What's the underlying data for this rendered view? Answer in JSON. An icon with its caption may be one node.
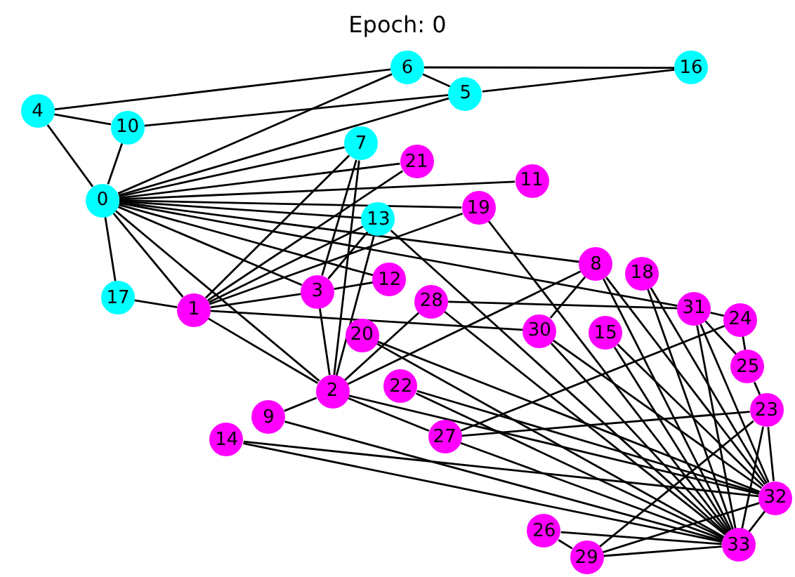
{
  "diagram": {
    "title": "Epoch: 0",
    "nodes": [
      {
        "text": [
          "0"
        ]
      },
      {
        "text": [
          "1"
        ]
      },
      {
        "text": [
          "2"
        ]
      },
      {
        "text": [
          "3"
        ]
      },
      {
        "text": [
          "4"
        ]
      },
      {
        "text": [
          "5"
        ]
      },
      {
        "text": [
          "6"
        ]
      },
      {
        "text": [
          "7"
        ]
      },
      {
        "text": [
          "8"
        ]
      },
      {
        "text": [
          "9"
        ]
      },
      {
        "text": [
          "10"
        ]
      },
      {
        "text": [
          "11"
        ]
      },
      {
        "text": [
          "12"
        ]
      },
      {
        "text": [
          "13"
        ]
      },
      {
        "text": [
          "14"
        ]
      },
      {
        "text": [
          "15"
        ]
      },
      {
        "text": [
          "16"
        ]
      },
      {
        "text": [
          "17"
        ]
      },
      {
        "text": [
          "18"
        ]
      },
      {
        "text": [
          "19"
        ]
      },
      {
        "text": [
          "20"
        ]
      },
      {
        "text": [
          "21"
        ]
      },
      {
        "text": [
          "22"
        ]
      },
      {
        "text": [
          "23"
        ]
      },
      {
        "text": [
          "24"
        ]
      },
      {
        "text": [
          "25"
        ]
      },
      {
        "text": [
          "26"
        ]
      },
      {
        "text": [
          "27"
        ]
      },
      {
        "text": [
          "28"
        ]
      },
      {
        "text": [
          "29"
        ]
      },
      {
        "text": [
          "30"
        ]
      },
      {
        "text": [
          "31"
        ]
      },
      {
        "text": [
          "32"
        ]
      },
      {
        "text": [
          "33"
        ]
      }
    ],
    "edges": [
      {
        "from": 0,
        "to": 1,
        "arrow": "none"
      },
      {
        "from": 0,
        "to": 2,
        "arrow": "none"
      },
      {
        "from": 0,
        "to": 3,
        "arrow": "none"
      },
      {
        "from": 0,
        "to": 4,
        "arrow": "none"
      },
      {
        "from": 0,
        "to": 5,
        "arrow": "none"
      },
      {
        "from": 0,
        "to": 6,
        "arrow": "none"
      },
      {
        "from": 0,
        "to": 7,
        "arrow": "none"
      },
      {
        "from": 0,
        "to": 8,
        "arrow": "none"
      },
      {
        "from": 0,
        "to": 10,
        "arrow": "none"
      },
      {
        "from": 0,
        "to": 11,
        "arrow": "none"
      },
      {
        "from": 0,
        "to": 12,
        "arrow": "none"
      },
      {
        "from": 0,
        "to": 13,
        "arrow": "none"
      },
      {
        "from": 0,
        "to": 17,
        "arrow": "none"
      },
      {
        "from": 0,
        "to": 19,
        "arrow": "none"
      },
      {
        "from": 0,
        "to": 21,
        "arrow": "none"
      },
      {
        "from": 0,
        "to": 31,
        "arrow": "none"
      },
      {
        "from": 1,
        "to": 2,
        "arrow": "none"
      },
      {
        "from": 1,
        "to": 3,
        "arrow": "none"
      },
      {
        "from": 1,
        "to": 7,
        "arrow": "none"
      },
      {
        "from": 1,
        "to": 13,
        "arrow": "none"
      },
      {
        "from": 1,
        "to": 17,
        "arrow": "none"
      },
      {
        "from": 1,
        "to": 19,
        "arrow": "none"
      },
      {
        "from": 1,
        "to": 21,
        "arrow": "none"
      },
      {
        "from": 1,
        "to": 30,
        "arrow": "none"
      },
      {
        "from": 2,
        "to": 3,
        "arrow": "none"
      },
      {
        "from": 2,
        "to": 7,
        "arrow": "none"
      },
      {
        "from": 2,
        "to": 8,
        "arrow": "none"
      },
      {
        "from": 2,
        "to": 9,
        "arrow": "none"
      },
      {
        "from": 2,
        "to": 13,
        "arrow": "none"
      },
      {
        "from": 2,
        "to": 27,
        "arrow": "none"
      },
      {
        "from": 2,
        "to": 28,
        "arrow": "none"
      },
      {
        "from": 2,
        "to": 32,
        "arrow": "none"
      },
      {
        "from": 3,
        "to": 7,
        "arrow": "none"
      },
      {
        "from": 3,
        "to": 12,
        "arrow": "none"
      },
      {
        "from": 3,
        "to": 13,
        "arrow": "none"
      },
      {
        "from": 4,
        "to": 6,
        "arrow": "none"
      },
      {
        "from": 4,
        "to": 10,
        "arrow": "none"
      },
      {
        "from": 5,
        "to": 6,
        "arrow": "none"
      },
      {
        "from": 5,
        "to": 10,
        "arrow": "none"
      },
      {
        "from": 5,
        "to": 16,
        "arrow": "none"
      },
      {
        "from": 6,
        "to": 16,
        "arrow": "none"
      },
      {
        "from": 8,
        "to": 30,
        "arrow": "none"
      },
      {
        "from": 8,
        "to": 32,
        "arrow": "none"
      },
      {
        "from": 8,
        "to": 33,
        "arrow": "none"
      },
      {
        "from": 9,
        "to": 33,
        "arrow": "none"
      },
      {
        "from": 13,
        "to": 33,
        "arrow": "none"
      },
      {
        "from": 14,
        "to": 32,
        "arrow": "none"
      },
      {
        "from": 14,
        "to": 33,
        "arrow": "none"
      },
      {
        "from": 15,
        "to": 32,
        "arrow": "none"
      },
      {
        "from": 15,
        "to": 33,
        "arrow": "none"
      },
      {
        "from": 18,
        "to": 32,
        "arrow": "none"
      },
      {
        "from": 18,
        "to": 33,
        "arrow": "none"
      },
      {
        "from": 19,
        "to": 33,
        "arrow": "none"
      },
      {
        "from": 20,
        "to": 32,
        "arrow": "none"
      },
      {
        "from": 20,
        "to": 33,
        "arrow": "none"
      },
      {
        "from": 22,
        "to": 32,
        "arrow": "none"
      },
      {
        "from": 22,
        "to": 33,
        "arrow": "none"
      },
      {
        "from": 23,
        "to": 25,
        "arrow": "none"
      },
      {
        "from": 23,
        "to": 27,
        "arrow": "none"
      },
      {
        "from": 23,
        "to": 29,
        "arrow": "none"
      },
      {
        "from": 23,
        "to": 32,
        "arrow": "none"
      },
      {
        "from": 23,
        "to": 33,
        "arrow": "none"
      },
      {
        "from": 24,
        "to": 25,
        "arrow": "none"
      },
      {
        "from": 24,
        "to": 27,
        "arrow": "none"
      },
      {
        "from": 24,
        "to": 31,
        "arrow": "none"
      },
      {
        "from": 25,
        "to": 31,
        "arrow": "none"
      },
      {
        "from": 26,
        "to": 29,
        "arrow": "none"
      },
      {
        "from": 26,
        "to": 33,
        "arrow": "none"
      },
      {
        "from": 27,
        "to": 33,
        "arrow": "none"
      },
      {
        "from": 28,
        "to": 31,
        "arrow": "none"
      },
      {
        "from": 28,
        "to": 33,
        "arrow": "none"
      },
      {
        "from": 29,
        "to": 32,
        "arrow": "none"
      },
      {
        "from": 29,
        "to": 33,
        "arrow": "none"
      },
      {
        "from": 30,
        "to": 32,
        "arrow": "none"
      },
      {
        "from": 30,
        "to": 33,
        "arrow": "none"
      },
      {
        "from": 31,
        "to": 32,
        "arrow": "none"
      },
      {
        "from": 31,
        "to": 33,
        "arrow": "none"
      },
      {
        "from": 32,
        "to": 33,
        "arrow": "none"
      }
    ]
  }
}
